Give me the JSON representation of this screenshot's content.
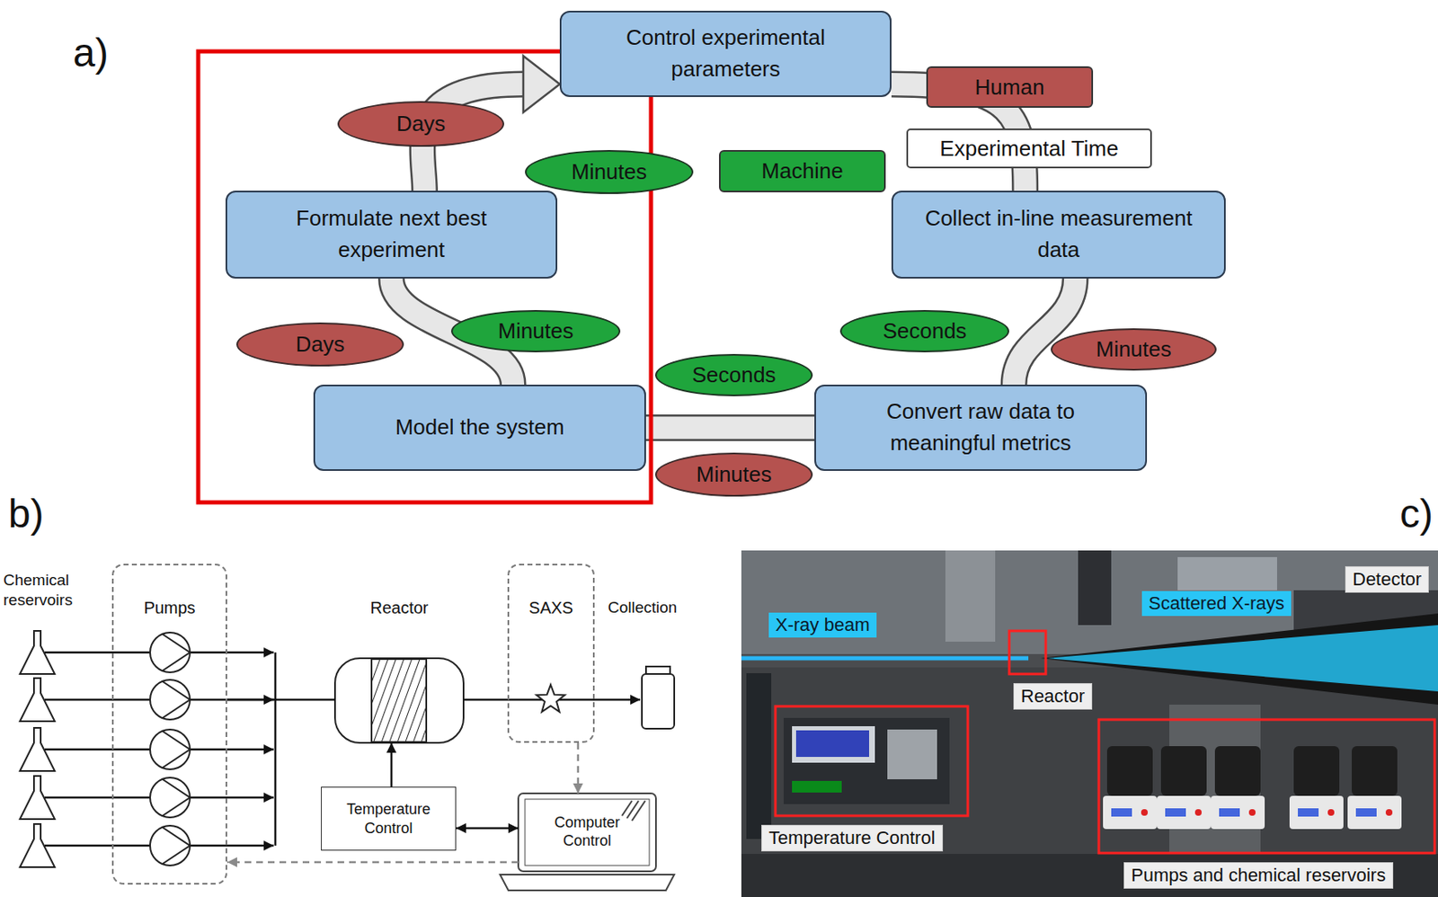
{
  "diagram": {
    "nodes": [
      {
        "text": [
          "Control experimental parameters"
        ]
      },
      {
        "text": [
          "Days"
        ]
      },
      {
        "text": [
          "Minutes"
        ]
      },
      {
        "text": [
          "Formulate next best experiment"
        ]
      },
      {
        "text": [
          "Collect in-line measurement data"
        ]
      },
      {
        "text": [
          "Minutes"
        ]
      },
      {
        "text": [
          "Seconds"
        ]
      },
      {
        "text": [
          "Days"
        ]
      },
      {
        "text": [
          "Minutes"
        ]
      },
      {
        "text": [
          "Seconds"
        ]
      },
      {
        "text": [
          "Model the system"
        ]
      },
      {
        "text": [
          "Convert raw data to meaningful metrics"
        ]
      },
      {
        "text": [
          "Minutes"
        ]
      },
      {
        "text": [
          "Pumps"
        ]
      },
      {
        "text": [
          "Reactor"
        ]
      },
      {
        "text": [
          "SAXS"
        ]
      },
      {
        "text": [
          "Temperature Control"
        ]
      },
      {
        "text": [
          "Computer Control"
        ]
      }
    ],
    "edges": [
      {
        "from": 3,
        "to": 0,
        "arrow": "to"
      },
      {
        "from": 0,
        "to": 4,
        "arrow": "none"
      },
      {
        "from": 4,
        "to": 11,
        "arrow": "none"
      },
      {
        "from": 11,
        "to": 10,
        "arrow": "none"
      },
      {
        "from": 10,
        "to": 3,
        "arrow": "none"
      },
      {
        "from": 13,
        "to": 14,
        "arrow": "none"
      },
      {
        "from": 16,
        "to": 14,
        "arrow": "to"
      },
      {
        "from": 14,
        "to": 15,
        "arrow": "none"
      },
      {
        "from": 15,
        "to": 17,
        "arrow": "to"
      },
      {
        "from": 16,
        "to": 17,
        "arrow": "both"
      },
      {
        "from": 17,
        "to": 13,
        "arrow": "to"
      }
    ],
    "labels": [
      "a)",
      "Experimental Time",
      "b)",
      "Chemical reservoirs",
      "Collection",
      "c)",
      "X-ray beam",
      "Scattered X-rays",
      "Detector",
      "Reactor",
      "Temperature Control",
      "Pumps and chemical reservoirs"
    ],
    "legend": [
      {
        "text": "Human",
        "color": "#b5524f"
      },
      {
        "text": "Machine",
        "color": "#1fa53c"
      }
    ]
  }
}
